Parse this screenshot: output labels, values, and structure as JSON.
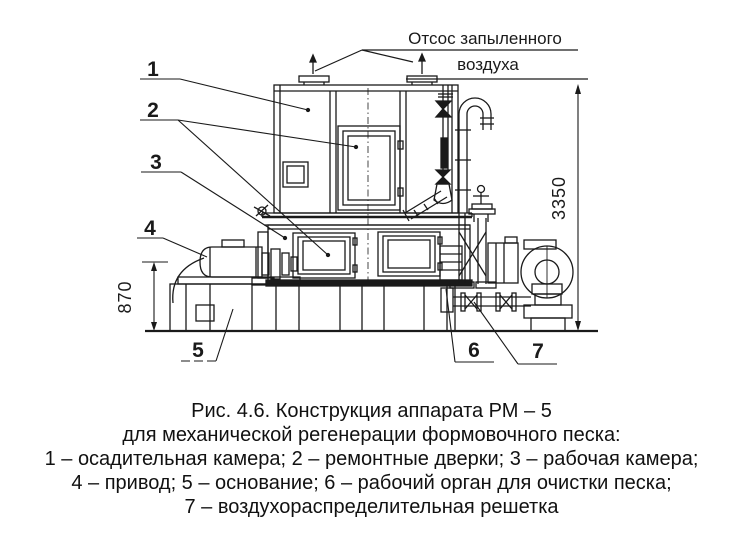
{
  "figure": {
    "type": "technical-drawing",
    "subject": "Аппарат РМ – 5 (вид сбоку)",
    "annotation": {
      "line1": "Отсос запыленного",
      "line2": "воздуха"
    },
    "dimensions": {
      "overall_height_mm": "3350",
      "base_height_mm": "870"
    },
    "callouts": [
      {
        "num": "1",
        "meaning": "осадительная камера"
      },
      {
        "num": "2",
        "meaning": "ремонтные дверки"
      },
      {
        "num": "3",
        "meaning": "рабочая камера"
      },
      {
        "num": "4",
        "meaning": "привод"
      },
      {
        "num": "5",
        "meaning": "основание"
      },
      {
        "num": "6",
        "meaning": "рабочий орган для очистки песка"
      },
      {
        "num": "7",
        "meaning": "воздухораспределительная решетка"
      }
    ],
    "caption": {
      "title": "Рис. 4.6. Конструкция аппарата РМ – 5",
      "subtitle": "для механической регенерации формовочного песка:",
      "legend1": "1 – осадительная камера; 2 – ремонтные дверки; 3 – рабочая камера;",
      "legend2": "4 – привод; 5 – основание; 6 – рабочий орган для очистки песка;",
      "legend3": "7 – воздухораспределительная решетка"
    },
    "colors": {
      "ink": "#1a1a1a",
      "paper": "#ffffff"
    }
  }
}
